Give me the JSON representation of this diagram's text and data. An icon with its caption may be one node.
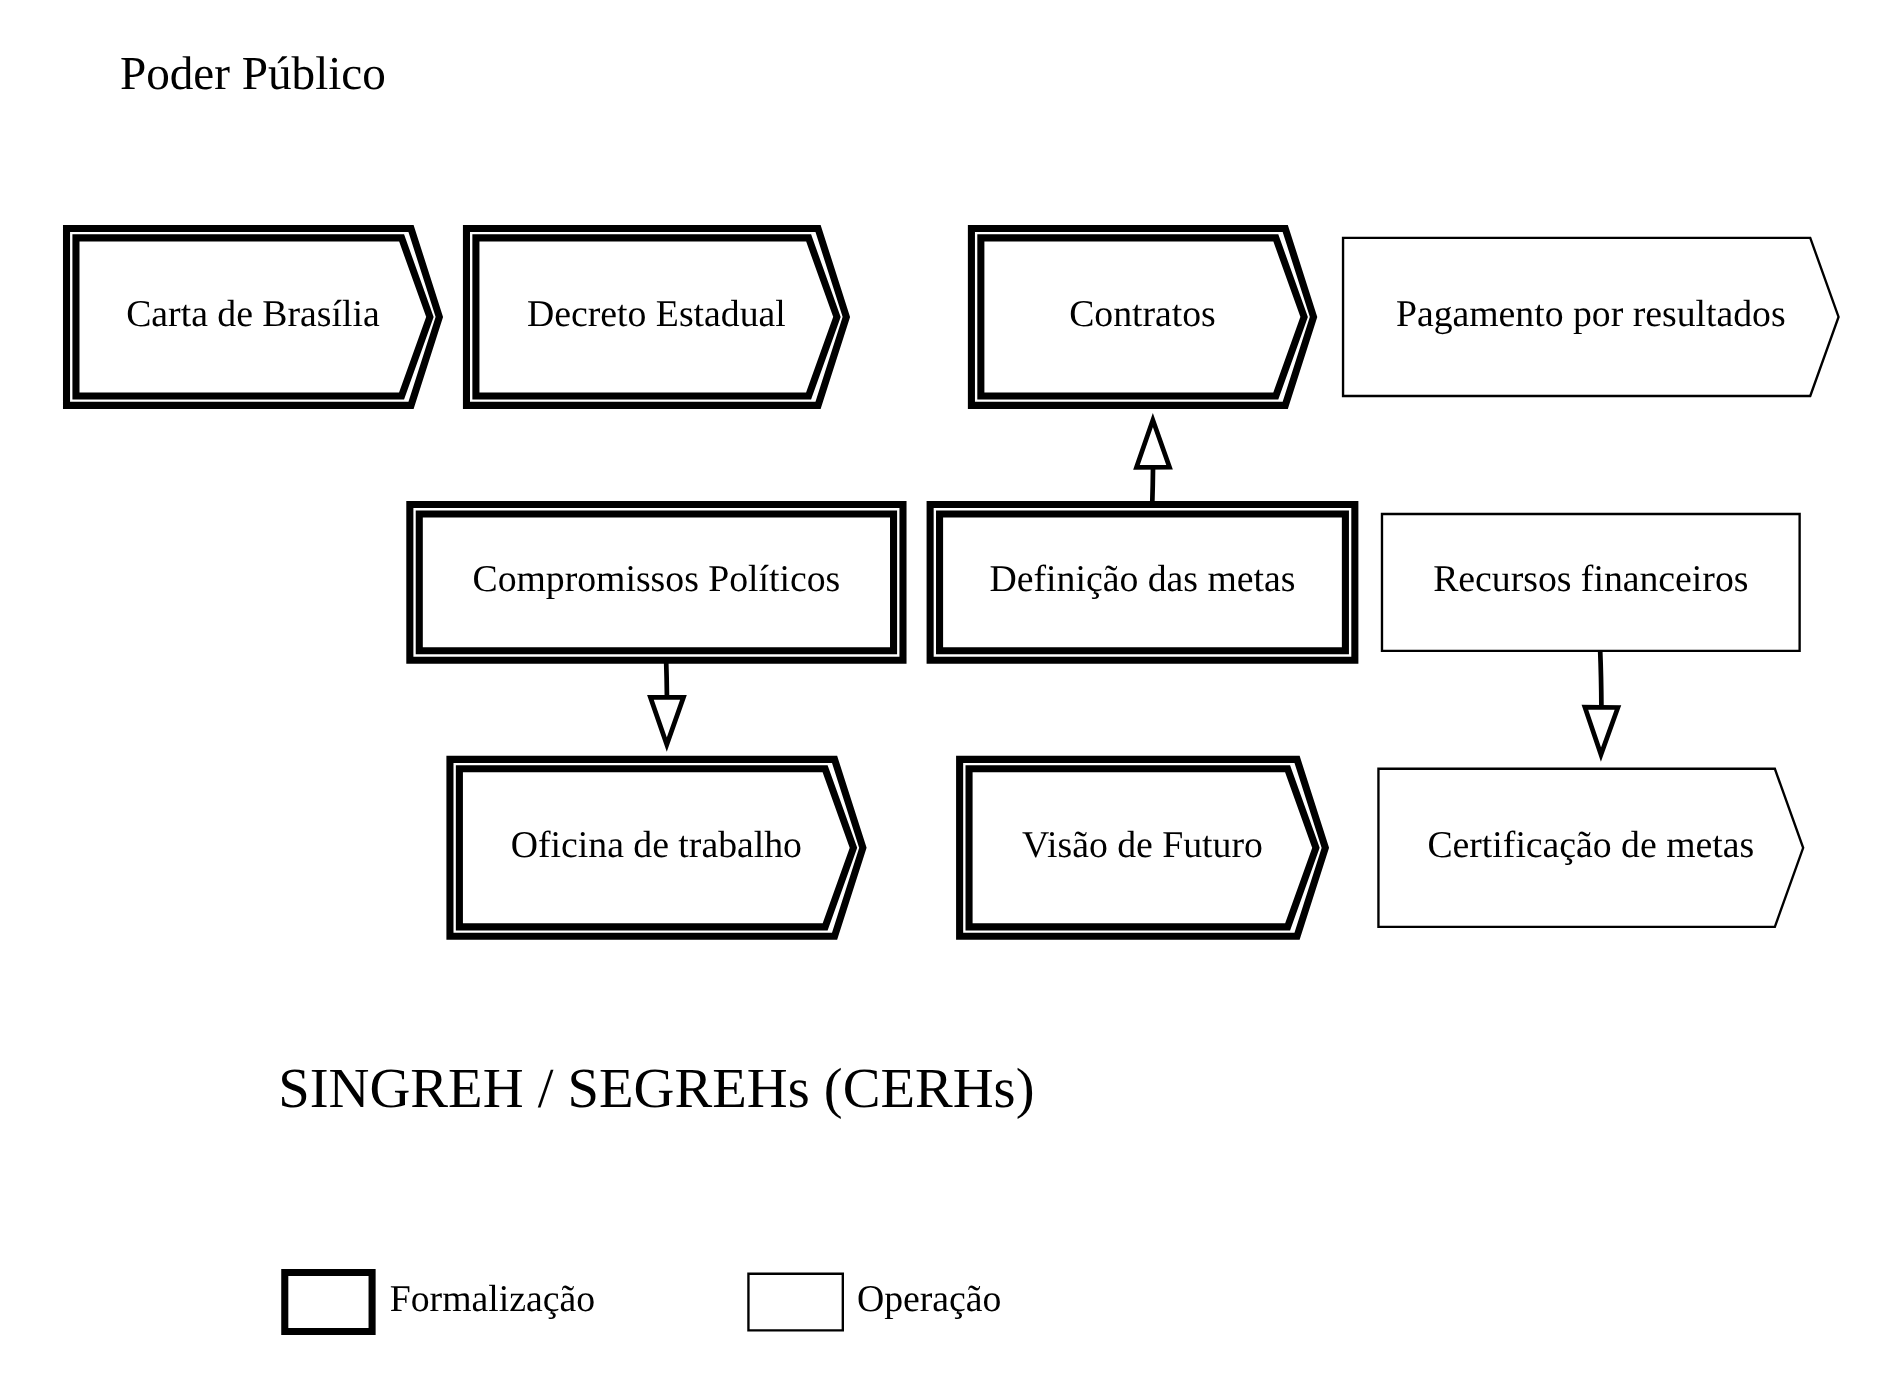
{
  "diagram": {
    "nodes": [
      {
        "text": [
          "Carta de Brasília"
        ]
      },
      {
        "text": [
          "Decreto Estadual"
        ]
      },
      {
        "text": [
          "Contratos"
        ]
      },
      {
        "text": [
          "Pagamento por resultados"
        ]
      },
      {
        "text": [
          "Compromissos Políticos"
        ]
      },
      {
        "text": [
          "Definição das metas"
        ]
      },
      {
        "text": [
          "Recursos financeiros"
        ]
      },
      {
        "text": [
          "Oficina de trabalho"
        ]
      },
      {
        "text": [
          "Visão de Futuro"
        ]
      },
      {
        "text": [
          "Certificação de metas"
        ]
      }
    ],
    "edges": [
      {
        "from": 4,
        "to": 7,
        "arrow": "to"
      },
      {
        "from": 5,
        "to": 2,
        "arrow": "to"
      },
      {
        "from": 6,
        "to": 9,
        "arrow": "to"
      }
    ],
    "labels": [
      "Poder Público",
      "SINGREH / SEGREHs (CERHs)"
    ],
    "legend": [
      {
        "text": "Formalização"
      },
      {
        "text": "Operação"
      }
    ]
  }
}
